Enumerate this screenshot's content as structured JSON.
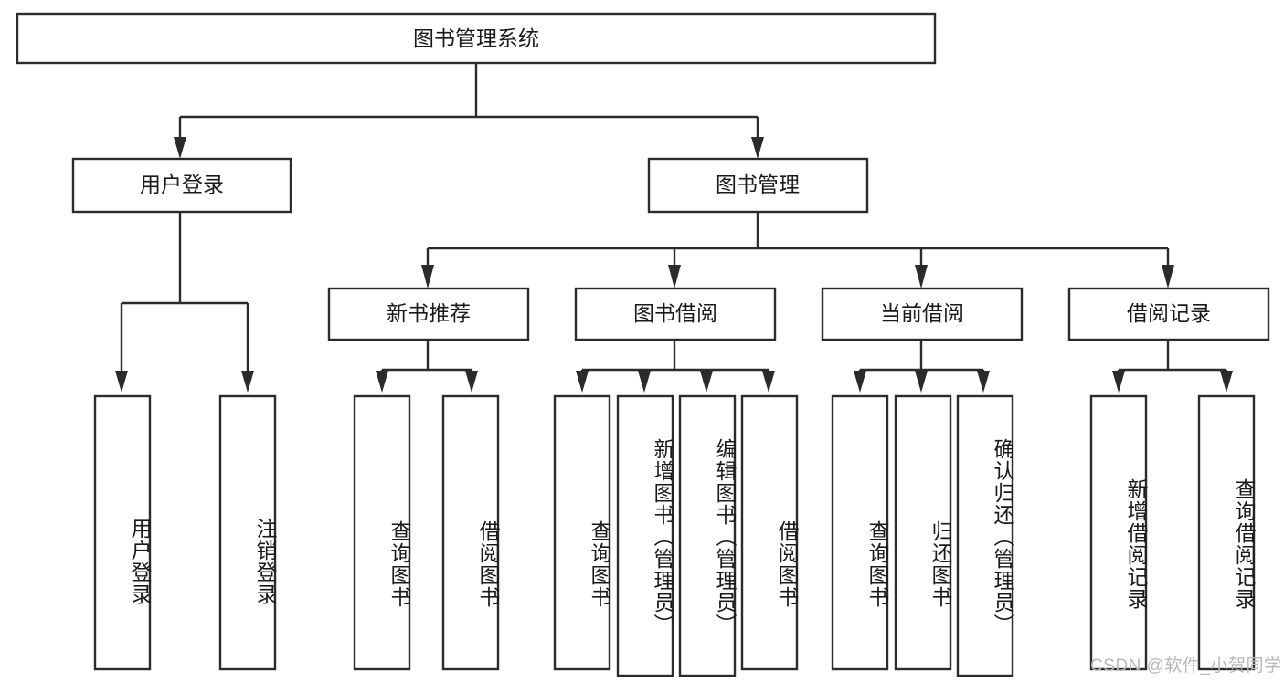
{
  "diagram": {
    "type": "tree-hierarchy",
    "title": "图书管理系统",
    "watermark": "CSDN @软件_小贺同学",
    "colors": {
      "stroke": "#2b2b2b",
      "fill": "#ffffff",
      "text": "#1a1a1a",
      "watermark": "#b8b8b8"
    },
    "levels": {
      "root": {
        "label": "图书管理系统"
      },
      "level2": [
        {
          "label": "用户登录"
        },
        {
          "label": "图书管理"
        }
      ],
      "level3": [
        {
          "label": "新书推荐"
        },
        {
          "label": "图书借阅"
        },
        {
          "label": "当前借阅"
        },
        {
          "label": "借阅记录"
        }
      ],
      "leaves": [
        {
          "label": "用户登录",
          "parent": "用户登录"
        },
        {
          "label": "注销登录",
          "parent": "用户登录"
        },
        {
          "label": "查询图书",
          "parent": "新书推荐"
        },
        {
          "label": "借阅图书",
          "parent": "新书推荐"
        },
        {
          "label": "查询图书",
          "parent": "图书借阅"
        },
        {
          "label": "新增图书（管理员）",
          "parent": "图书借阅"
        },
        {
          "label": "编辑图书（管理员）",
          "parent": "图书借阅"
        },
        {
          "label": "借阅图书",
          "parent": "图书借阅"
        },
        {
          "label": "查询图书",
          "parent": "当前借阅"
        },
        {
          "label": "归还图书",
          "parent": "当前借阅"
        },
        {
          "label": "确认归还（管理员）",
          "parent": "当前借阅"
        },
        {
          "label": "新增借阅记录",
          "parent": "借阅记录"
        },
        {
          "label": "查询借阅记录",
          "parent": "借阅记录"
        }
      ]
    },
    "nodes": {
      "root": "图书管理系统",
      "user_login": "用户登录",
      "book_manage": "图书管理",
      "new_book_rec": "新书推荐",
      "book_borrow": "图书借阅",
      "current_borrow": "当前借阅",
      "borrow_record": "借阅记录",
      "leaf_user_login": "用户登录",
      "leaf_logout": "注销登录",
      "leaf_query_book_a": "查询图书",
      "leaf_borrow_book_a": "借阅图书",
      "leaf_query_book_b": "查询图书",
      "leaf_add_book": "新增图书（管理员）",
      "leaf_edit_book": "编辑图书（管理员）",
      "leaf_borrow_book_b": "借阅图书",
      "leaf_query_book_c": "查询图书",
      "leaf_return_book": "归还图书",
      "leaf_confirm_return": "确认归还（管理员）",
      "leaf_add_record": "新增借阅记录",
      "leaf_query_record": "查询借阅记录"
    }
  }
}
